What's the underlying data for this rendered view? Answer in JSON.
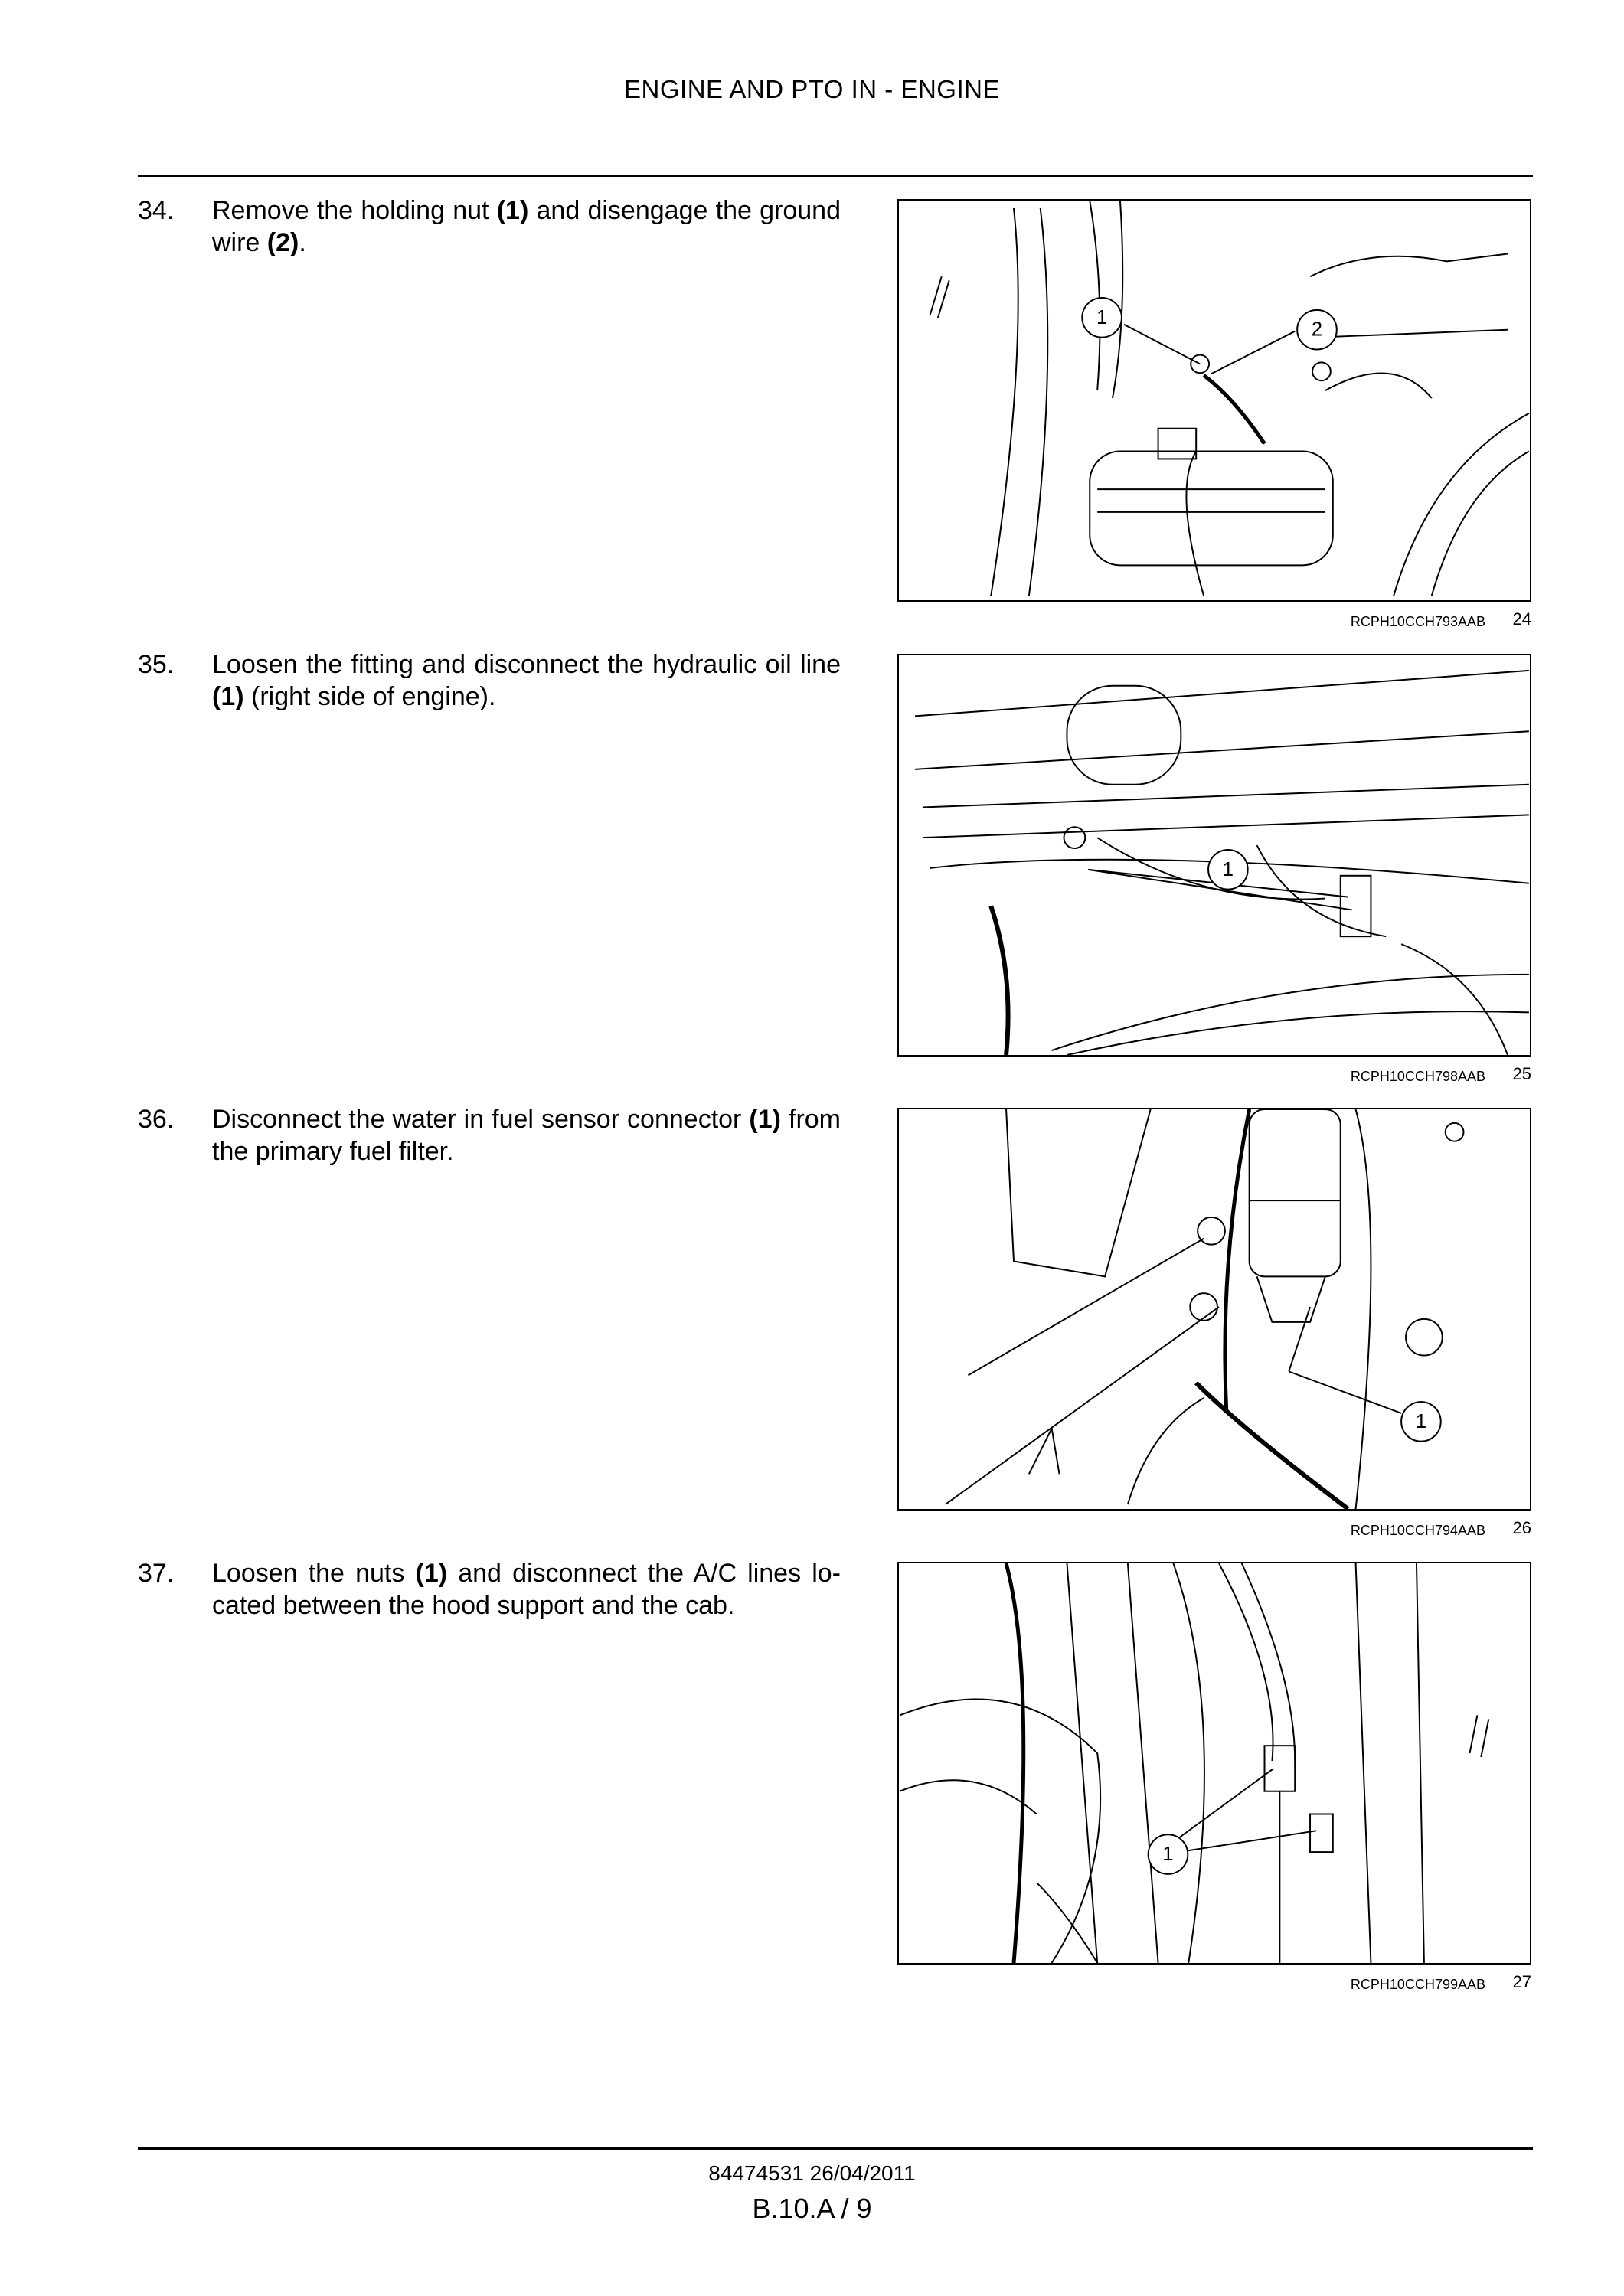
{
  "header": {
    "title": "ENGINE AND PTO IN - ENGINE"
  },
  "steps": [
    {
      "number": "34.",
      "text_parts": [
        "Remove the holding nut ",
        "(1)",
        " and disengage the ground wire ",
        "(2)",
        "."
      ],
      "figure": {
        "code": "RCPH10CCH793AAB",
        "number": "24",
        "callouts": [
          "1",
          "2"
        ]
      }
    },
    {
      "number": "35.",
      "text_parts": [
        "Loosen the fitting and disconnect the hydraulic oil line ",
        "(1)",
        " (right side of engine)."
      ],
      "figure": {
        "code": "RCPH10CCH798AAB",
        "number": "25",
        "callouts": [
          "1"
        ]
      }
    },
    {
      "number": "36.",
      "text_parts": [
        "Disconnect the water in fuel sensor connector ",
        "(1)",
        " from the primary fuel filter."
      ],
      "figure": {
        "code": "RCPH10CCH794AAB",
        "number": "26",
        "callouts": [
          "1"
        ]
      }
    },
    {
      "number": "37.",
      "text_parts": [
        "Loosen the nuts ",
        "(1)",
        " and disconnect the A/C lines lo-cated between the hood support and the cab."
      ],
      "figure": {
        "code": "RCPH10CCH799AAB",
        "number": "27",
        "callouts": [
          "1"
        ]
      }
    }
  ],
  "footer": {
    "doc_ref": "84474531 26/04/2011",
    "page": "B.10.A / 9"
  }
}
